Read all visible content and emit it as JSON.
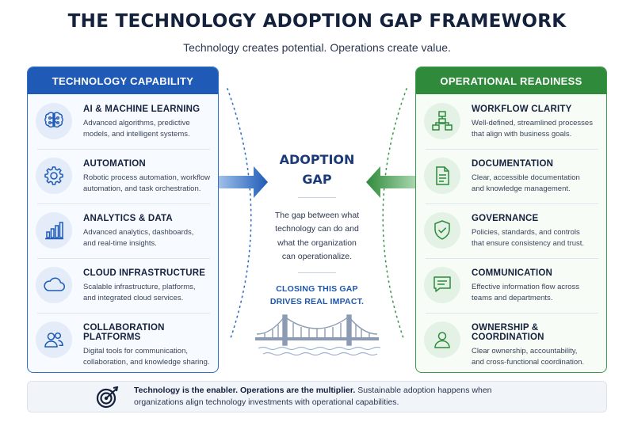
{
  "header": {
    "title": "THE TECHNOLOGY ADOPTION GAP FRAMEWORK",
    "subtitle": "Technology creates potential. Operations create value."
  },
  "left_panel": {
    "title": "TECHNOLOGY CAPABILITY",
    "accent": "#1f5bb6",
    "items": [
      {
        "title": "AI & MACHINE LEARNING",
        "desc_1": "Advanced algorithms, predictive",
        "desc_2": "models, and intelligent systems.",
        "icon": "brain-icon"
      },
      {
        "title": "AUTOMATION",
        "desc_1": "Robotic process automation, workflow",
        "desc_2": "automation, and task orchestration.",
        "icon": "gear-icon"
      },
      {
        "title": "ANALYTICS & DATA",
        "desc_1": "Advanced analytics, dashboards,",
        "desc_2": "and real-time insights.",
        "icon": "bar-chart-icon"
      },
      {
        "title": "CLOUD INFRASTRUCTURE",
        "desc_1": "Scalable infrastructure, platforms,",
        "desc_2": "and integrated cloud services.",
        "icon": "cloud-icon"
      },
      {
        "title": "COLLABORATION PLATFORMS",
        "desc_1": "Digital tools for communication,",
        "desc_2": "collaboration, and knowledge sharing.",
        "icon": "users-icon"
      }
    ]
  },
  "right_panel": {
    "title": "OPERATIONAL READINESS",
    "accent": "#2f8a3c",
    "items": [
      {
        "title": "WORKFLOW CLARITY",
        "desc_1": "Well-defined, streamlined processes",
        "desc_2": "that align with business goals.",
        "icon": "flowchart-icon"
      },
      {
        "title": "DOCUMENTATION",
        "desc_1": "Clear, accessible documentation",
        "desc_2": "and knowledge management.",
        "icon": "document-icon"
      },
      {
        "title": "GOVERNANCE",
        "desc_1": "Policies, standards, and controls",
        "desc_2": "that ensure consistency and trust.",
        "icon": "shield-check-icon"
      },
      {
        "title": "COMMUNICATION",
        "desc_1": "Effective information flow across",
        "desc_2": "teams and departments.",
        "icon": "chat-icon"
      },
      {
        "title": "OWNERSHIP & COORDINATION",
        "desc_1": "Clear ownership, accountability,",
        "desc_2": "and cross-functional coordination.",
        "icon": "person-icon"
      }
    ]
  },
  "center": {
    "title_line_1": "ADOPTION",
    "title_line_2": "GAP",
    "desc_1": "The gap between what",
    "desc_2": "technology can do and",
    "desc_3": "what the organization",
    "desc_4": "can operationalize.",
    "callout_1": "CLOSING THIS GAP",
    "callout_2": "DRIVES REAL IMPACT.",
    "icon": "bridge-icon"
  },
  "footer": {
    "bold_text": "Technology is the enabler. Operations are the multiplier.",
    "text_1": " Sustainable adoption happens when",
    "text_2": "organizations align technology investments with operational capabilities.",
    "icon": "target-icon"
  }
}
